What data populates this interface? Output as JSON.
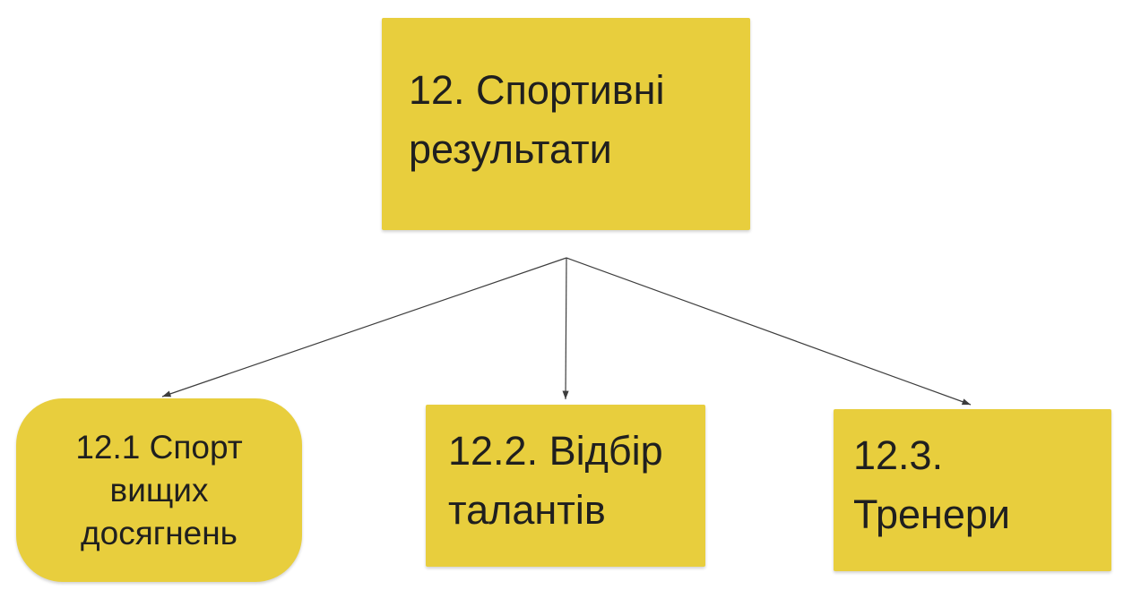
{
  "diagram": {
    "root": {
      "label": "12. Спортивні результати",
      "lines": [
        "12. Спортивні",
        "результати"
      ]
    },
    "children": [
      {
        "label": "12.1 Спорт вищих досягнень",
        "lines": [
          "12.1 Спорт",
          "вищих",
          "досягнень"
        ]
      },
      {
        "label": "12.2. Відбір талантів",
        "lines": [
          "12.2. Відбір",
          "талантів"
        ]
      },
      {
        "label": "12.3. Тренери",
        "lines": [
          "12.3.",
          "Тренери"
        ]
      }
    ]
  },
  "colors": {
    "node_fill": "#e8ce3d",
    "node_text": "#1f1f1f",
    "connector": "#3d3d3d",
    "background": "#ffffff"
  }
}
